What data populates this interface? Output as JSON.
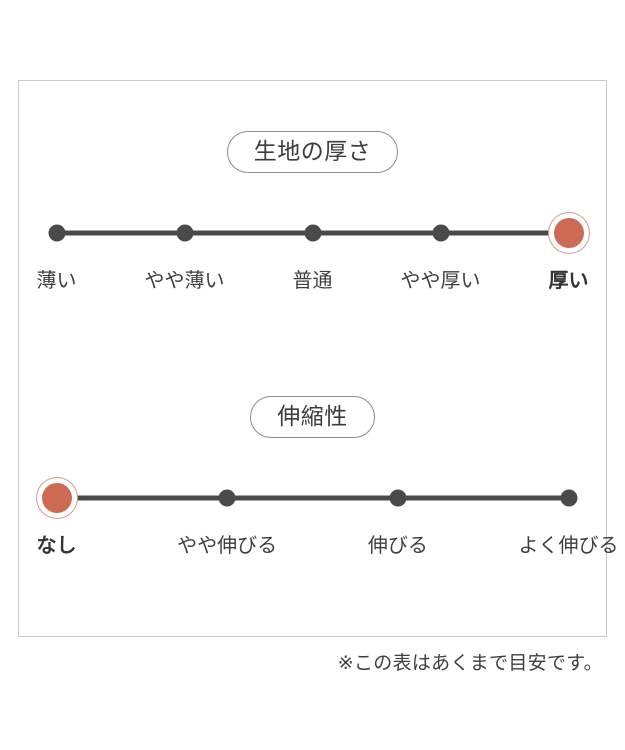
{
  "chart_data": [
    {
      "type": "scatter",
      "title": "生地の厚さ",
      "xlabel": "",
      "ylabel": "",
      "categories": [
        "薄い",
        "やや薄い",
        "普通",
        "やや厚い",
        "厚い"
      ],
      "values": [
        0,
        0,
        0,
        0,
        1
      ],
      "selected_index": 4,
      "selected_label": "厚い",
      "grid": false,
      "legend": "none",
      "marker_color_inactive": "#4a4a4a",
      "marker_color_active": "#cd6a52"
    },
    {
      "type": "scatter",
      "title": "伸縮性",
      "xlabel": "",
      "ylabel": "",
      "categories": [
        "なし",
        "やや伸びる",
        "伸びる",
        "よく伸びる"
      ],
      "values": [
        1,
        0,
        0,
        0
      ],
      "selected_index": 0,
      "selected_label": "なし",
      "grid": false,
      "legend": "none",
      "marker_color_inactive": "#4a4a4a",
      "marker_color_active": "#cd6a52"
    }
  ],
  "card": {
    "thickness": {
      "heading": "生地の厚さ",
      "ticks": [
        {
          "label": "薄い",
          "active": false
        },
        {
          "label": "やや薄い",
          "active": false
        },
        {
          "label": "普通",
          "active": false
        },
        {
          "label": "やや厚い",
          "active": false
        },
        {
          "label": "厚い",
          "active": true
        }
      ]
    },
    "stretch": {
      "heading": "伸縮性",
      "ticks": [
        {
          "label": "なし",
          "active": true
        },
        {
          "label": "やや伸びる",
          "active": false
        },
        {
          "label": "伸びる",
          "active": false
        },
        {
          "label": "よく伸びる",
          "active": false
        }
      ]
    }
  },
  "footnote": "※この表はあくまで目安です。",
  "colors": {
    "accent": "#cd6a52",
    "accent_ring": "#d79a8a",
    "node": "#4a4a4a",
    "border": "#c9c9c9",
    "pill_border": "#8c8c8c",
    "text": "#3f3f3f"
  }
}
